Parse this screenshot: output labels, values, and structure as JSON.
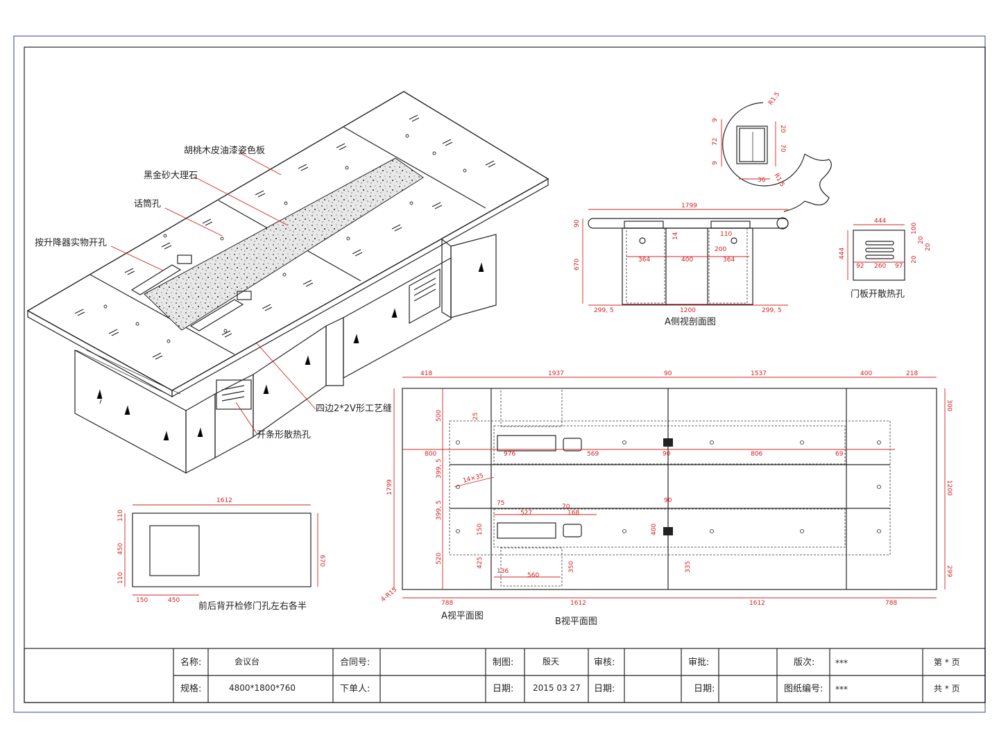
{
  "labels": {
    "walnut": "胡桃木皮油漆姿色板",
    "marble": "黑金砂大理石",
    "mic_hole": "话筒孔",
    "lift_opening": "按升降器实物开孔",
    "v_groove": "四边2*2V形工艺缝",
    "vent_holes": "开条形散热孔",
    "door_vents": "门板开散热孔",
    "access_note": "前后背开检修门孔左右各半"
  },
  "views": {
    "a_side": "A侧视剖面图",
    "a_plan": "A视平面图",
    "b_plan": "B视平面图"
  },
  "dims": {
    "side": {
      "top": "1799",
      "h90": "90",
      "h670": "670",
      "d14": "14",
      "d110": "110",
      "d200": "200",
      "d364a": "364",
      "d400": "400",
      "d364b": "364",
      "d299a": "299, 5",
      "d1200": "1200",
      "d299b": "299, 5"
    },
    "detail": {
      "d9a": "9",
      "d72": "72",
      "d9b": "9",
      "d20": "20",
      "d70": "70",
      "d36": "36",
      "r15a": "R1.5",
      "r15b": "R1.5"
    },
    "door": {
      "w444": "444",
      "h444": "444",
      "d92": "92",
      "d260": "260",
      "d97": "97",
      "d100": "100",
      "d20a": "20",
      "d20b": "20",
      "d20c": "20"
    },
    "panel": {
      "w1612": "1612",
      "h110a": "110",
      "h450": "450",
      "h110b": "110",
      "h670": "670",
      "w150": "150",
      "w450": "450"
    },
    "plan_top": [
      "418",
      "1937",
      "90",
      "1537",
      "400",
      "218"
    ],
    "plan_right": [
      "300",
      "1200",
      "299"
    ],
    "plan_left": [
      "500",
      "399, 5",
      "399, 5",
      "520"
    ],
    "plan_bottom": [
      "788",
      "1612",
      "1612",
      "788"
    ],
    "plan_inner": {
      "d1799": "1799",
      "d25": "25",
      "d800": "800",
      "d976": "976",
      "d569": "569",
      "d90a": "90",
      "d806": "806",
      "d69": "69",
      "d1435": "14×35",
      "d75": "75",
      "d70": "70",
      "d527": "527",
      "d168": "168",
      "d90b": "90",
      "d150": "150",
      "d400": "400",
      "d425": "425",
      "d136": "136",
      "d560": "560",
      "d350": "350",
      "d335": "335",
      "r15": "4-R15"
    }
  },
  "title_block": {
    "name_label": "名称:",
    "name_value": "会议台",
    "spec_label": "规格:",
    "spec_value": "4800*1800*760",
    "contract_label": "合同号:",
    "contract_value": "",
    "order_label": "下单人:",
    "order_value": "",
    "drawn_label": "制图:",
    "drawn_value": "殷天",
    "date_label": "日期:",
    "date_value": "2015 03 27",
    "check_label": "审核:",
    "check_value": "",
    "check_date_label": "日期:",
    "check_date_value": "",
    "approve_label": "审批:",
    "approve_value": "",
    "approve_date_label": "日期:",
    "approve_date_value": "",
    "version_label": "版次:",
    "version_value": "***",
    "drawing_no_label": "图纸编号:",
    "drawing_no_value": "***",
    "page_label": "第 * 页",
    "total_label": "共 * 页"
  }
}
